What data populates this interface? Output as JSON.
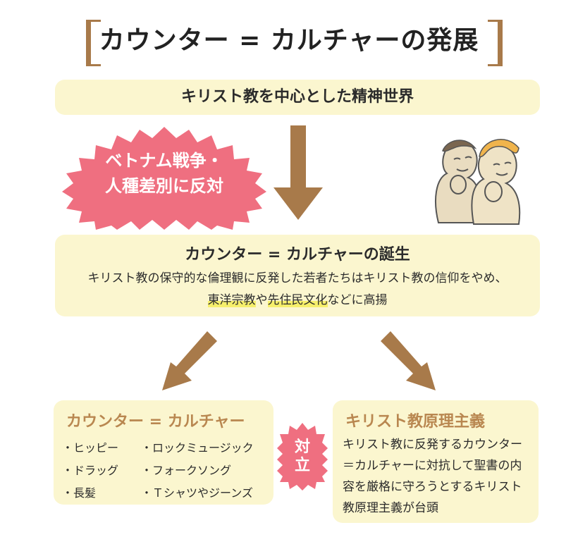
{
  "title": "カウンター = カルチャーの発展",
  "top_box": "キリスト教を中心とした精神世界",
  "burst": {
    "line1": "ベトナム戦争・",
    "line2": "人種差別に反対"
  },
  "middle_box": {
    "title": "カウンター = カルチャーの誕生",
    "line1": "キリスト教の保守的な倫理観に反発した若者たちはキリスト教の信仰をやめ、",
    "hl1": "東洋宗教",
    "mid1": "や",
    "hl2": "先住民文化",
    "tail": "などに高揚"
  },
  "left_box": {
    "title": "カウンター = カルチャー",
    "col1": [
      "・ヒッピー",
      "・ドラッグ",
      "・長髪"
    ],
    "col2": [
      "・ロックミュージック",
      "・フォークソング",
      "・Ｔシャツやジーンズ"
    ]
  },
  "vs": {
    "line1": "対",
    "line2": "立"
  },
  "right_box": {
    "title": "キリスト教原理主義",
    "body": "キリスト教に反発するカウンター＝カルチャーに対抗して聖書の内容を厳格に守ろうとするキリスト教原理主義が台頭"
  },
  "colors": {
    "box_fill": "#fbf6cf",
    "accent_brown": "#a87a4a",
    "burst_pink": "#ef6f80",
    "heading_tan": "#b98750",
    "highlight_yellow": "#f6ef6b"
  },
  "icons": [
    "people-illustration",
    "arrow-down",
    "arrow-down-left",
    "arrow-down-right"
  ]
}
